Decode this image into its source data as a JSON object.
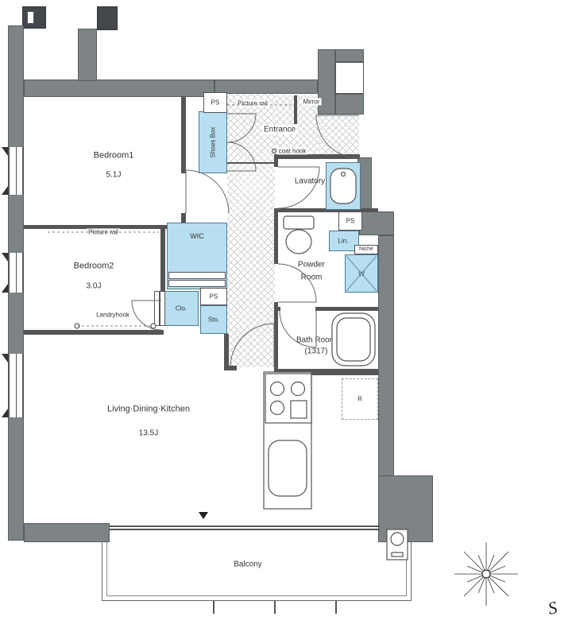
{
  "rooms": {
    "bedroom1": {
      "name": "Bedroom1",
      "size": "5.1J"
    },
    "bedroom2": {
      "name": "Bedroom2",
      "size": "3.0J"
    },
    "ldk": {
      "name": "Living·Dining·Kitchen",
      "size": "13.5J"
    },
    "entrance": {
      "name": "Entrance"
    },
    "lavatory": {
      "name": "Lavatory"
    },
    "powder_room": {
      "name_line1": "Powder",
      "name_line2": "Room"
    },
    "bath_room": {
      "name": "Bath Room",
      "size": "(1317)"
    },
    "balcony": {
      "name": "Balcony"
    },
    "wic": {
      "name": "WIC"
    }
  },
  "storage": {
    "shoes_box": "Shoes Box",
    "closet": "Clo.",
    "storage": "Sto.",
    "linen": "Lin."
  },
  "utility": {
    "ps_top": "PS",
    "ps_right": "PS",
    "ps_mid": "PS",
    "washer": "W",
    "refrigerator": "R",
    "niche": "Niche"
  },
  "annotations": {
    "picture_rail_entrance": "Picture rail",
    "picture_rail_bedroom2": "Picture rail",
    "mirror": "Mirror",
    "coat_hook": "coat hook",
    "landry_hook": "Landryhook",
    "compass_letter": "S"
  },
  "colors": {
    "wall": "#7e8386",
    "highlight": "#b7dff1",
    "line": "#555555"
  }
}
